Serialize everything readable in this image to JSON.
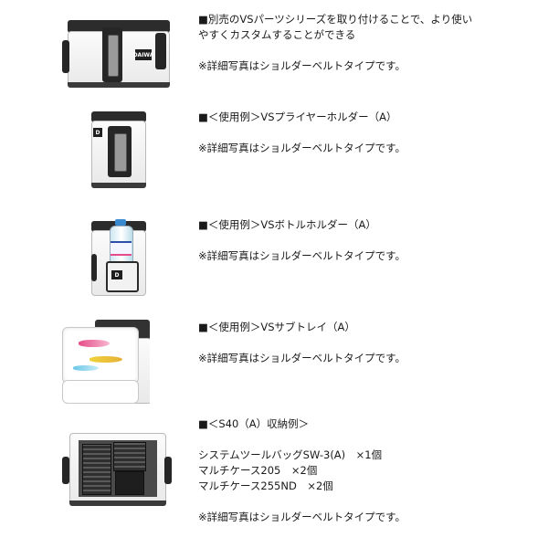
{
  "sections": [
    {
      "lines": [
        "■別売のVSパーツシリーズを取り付けることで、より使い",
        "やすくカスタムすることができる"
      ],
      "note": "※詳細写真はショルダーベルトタイプです。"
    },
    {
      "lines": [
        "■＜使用例＞VSプライヤーホルダー（A）"
      ],
      "note": "※詳細写真はショルダーベルトタイプです。"
    },
    {
      "lines": [
        "■＜使用例＞VSボトルホルダー（A）"
      ],
      "note": "※詳細写真はショルダーベルトタイプです。"
    },
    {
      "lines": [
        "■＜使用例＞VSサブトレイ（A）"
      ],
      "note": "※詳細写真はショルダーベルトタイプです。"
    },
    {
      "lines": [
        "■＜S40（A）収納例＞"
      ],
      "items": [
        "システムツールバッグSW-3(A)　×1個",
        "マルチケース205　×2個",
        "マルチケース255ND　×2個"
      ],
      "note": "※詳細写真はショルダーベルトタイプです。"
    }
  ],
  "brand": {
    "logo_text": "DAIWA",
    "accent_bottle_cap": "#3a8ad0",
    "lure_colors": [
      "#e64b8a",
      "#f0d23a",
      "#6ac6e8"
    ]
  }
}
